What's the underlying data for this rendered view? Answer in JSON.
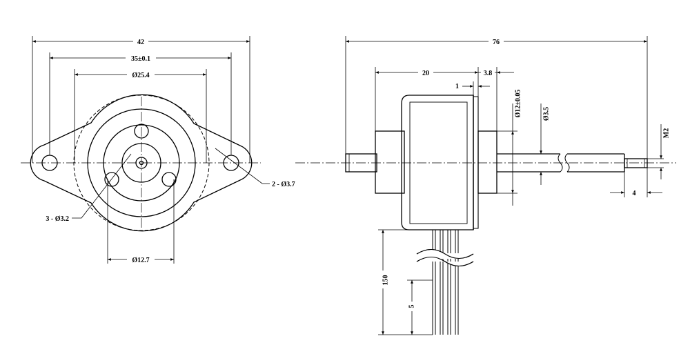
{
  "drawing": {
    "front_view": {
      "overall_width": "42",
      "hole_spacing": "35±0.1",
      "boss_diameter": "Ø25.4",
      "mount_holes": "2 - Ø3.7",
      "face_holes": "3 - Ø3.2",
      "hole_circle": "Ø12.7"
    },
    "side_view": {
      "overall_length": "76",
      "body_length": "20",
      "flange_length": "3.8",
      "flange_thickness": "1",
      "shaft_boss": "Ø12±0.05",
      "shaft_diameter": "Ø3.5",
      "thread": "M2",
      "thread_length": "4",
      "lead_length": "150",
      "lead_strip": "5"
    }
  },
  "colors": {
    "line": "#000000",
    "background": "#ffffff"
  }
}
